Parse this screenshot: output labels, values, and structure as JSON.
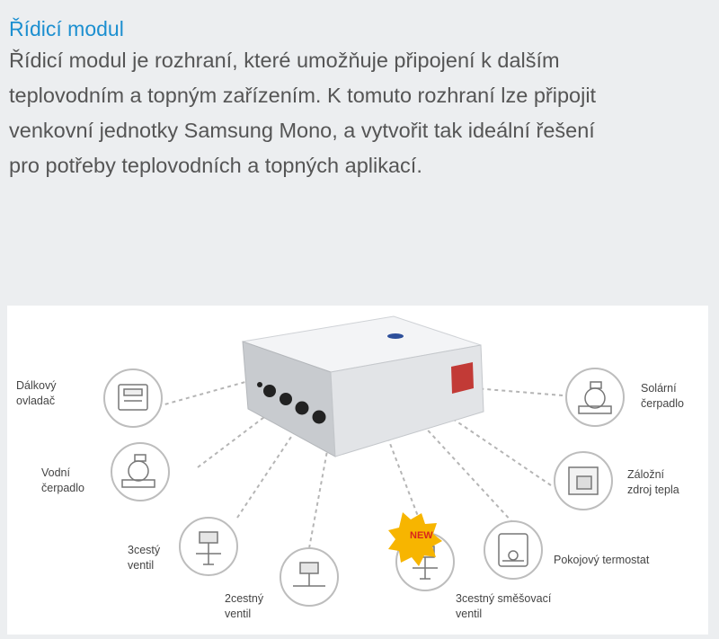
{
  "header": {
    "title": "Řídicí modul",
    "intro_lines": [
      "Řídicí modul je rozhraní, které umožňuje připojení k dalším",
      "teplovodním a topným zařízením. K tomuto rozhraní lze připojit",
      "venkovní jednotky Samsung Mono, a vytvořit tak ideální řešení",
      "pro potřeby teplovodních a topných aplikací."
    ]
  },
  "diagram": {
    "hub": {
      "name": "control-module-box",
      "icon": "control-box-icon"
    },
    "badge": {
      "text": "NEW",
      "color": "#f7b500",
      "text_color": "#d9261c"
    },
    "components": [
      {
        "id": "remote",
        "icon": "remote-controller-icon",
        "label_lines": [
          "Dálkový",
          "ovladač"
        ]
      },
      {
        "id": "water-pump",
        "icon": "water-pump-icon",
        "label_lines": [
          "Vodní",
          "čerpadlo"
        ]
      },
      {
        "id": "valve-3way",
        "icon": "three-way-valve-icon",
        "label_lines": [
          "3cestý",
          "ventil"
        ]
      },
      {
        "id": "valve-2way",
        "icon": "two-way-valve-icon",
        "label_lines": [
          "2cestný",
          "ventil"
        ]
      },
      {
        "id": "mixing-valve",
        "icon": "mixing-valve-icon",
        "label_lines": [
          "3cestný směšovací",
          "ventil"
        ]
      },
      {
        "id": "thermostat",
        "icon": "room-thermostat-icon",
        "label_lines": [
          "Pokojový termostat"
        ]
      },
      {
        "id": "backup-heater",
        "icon": "backup-heater-icon",
        "label_lines": [
          "Záložní",
          "zdroj tepla"
        ]
      },
      {
        "id": "solar-pump",
        "icon": "solar-pump-icon",
        "label_lines": [
          "Solární",
          "čerpadlo"
        ]
      }
    ]
  },
  "colors": {
    "title": "#1c8fd0",
    "text": "#555555",
    "background": "#eceef0",
    "panel": "#ffffff",
    "connector": "#b5b5b5"
  }
}
